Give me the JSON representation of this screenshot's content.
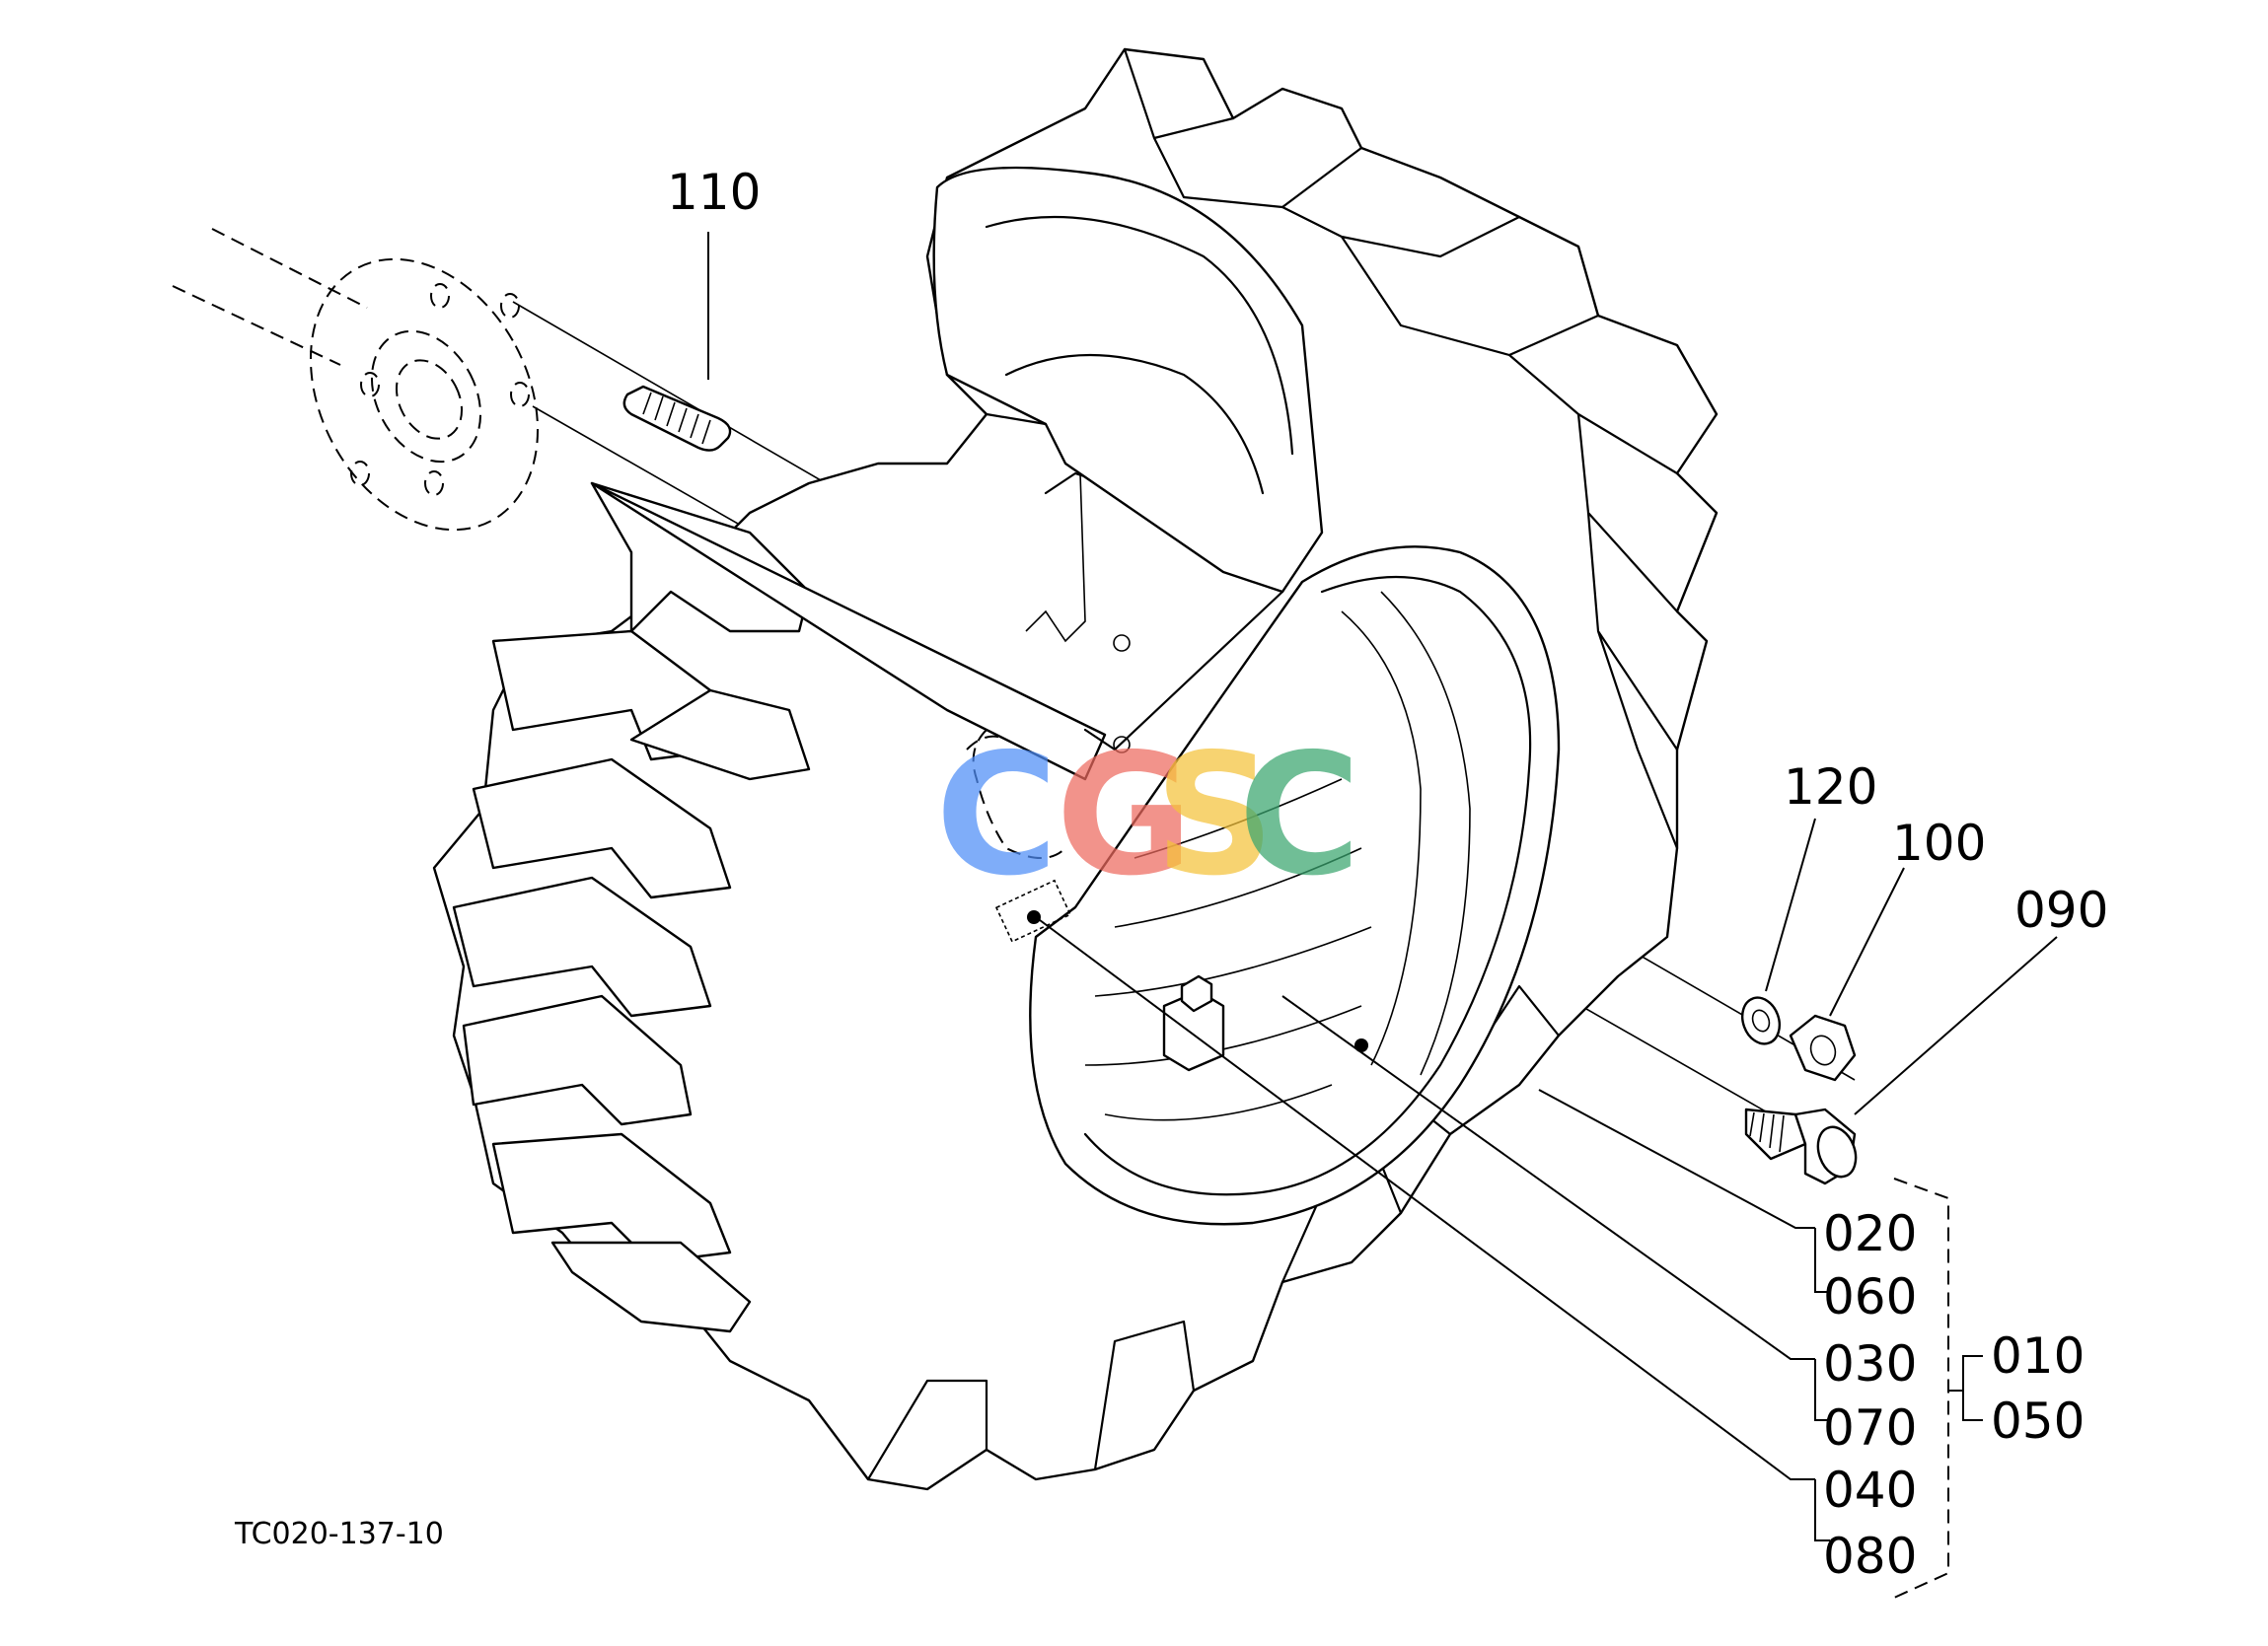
{
  "diagram": {
    "drawing_code": "TC020-137-10",
    "watermark": {
      "letters": [
        "C",
        "G",
        "S",
        "C"
      ],
      "colors": [
        "#4f8ef7",
        "#ee6a5f",
        "#f5c33b",
        "#3aa66f"
      ]
    },
    "callouts": {
      "p110": "110",
      "p120": "120",
      "p100": "100",
      "p090": "090",
      "p020": "020",
      "p060": "060",
      "p030": "030",
      "p070": "070",
      "p040": "040",
      "p080": "080",
      "p010": "010",
      "p050": "050"
    }
  }
}
